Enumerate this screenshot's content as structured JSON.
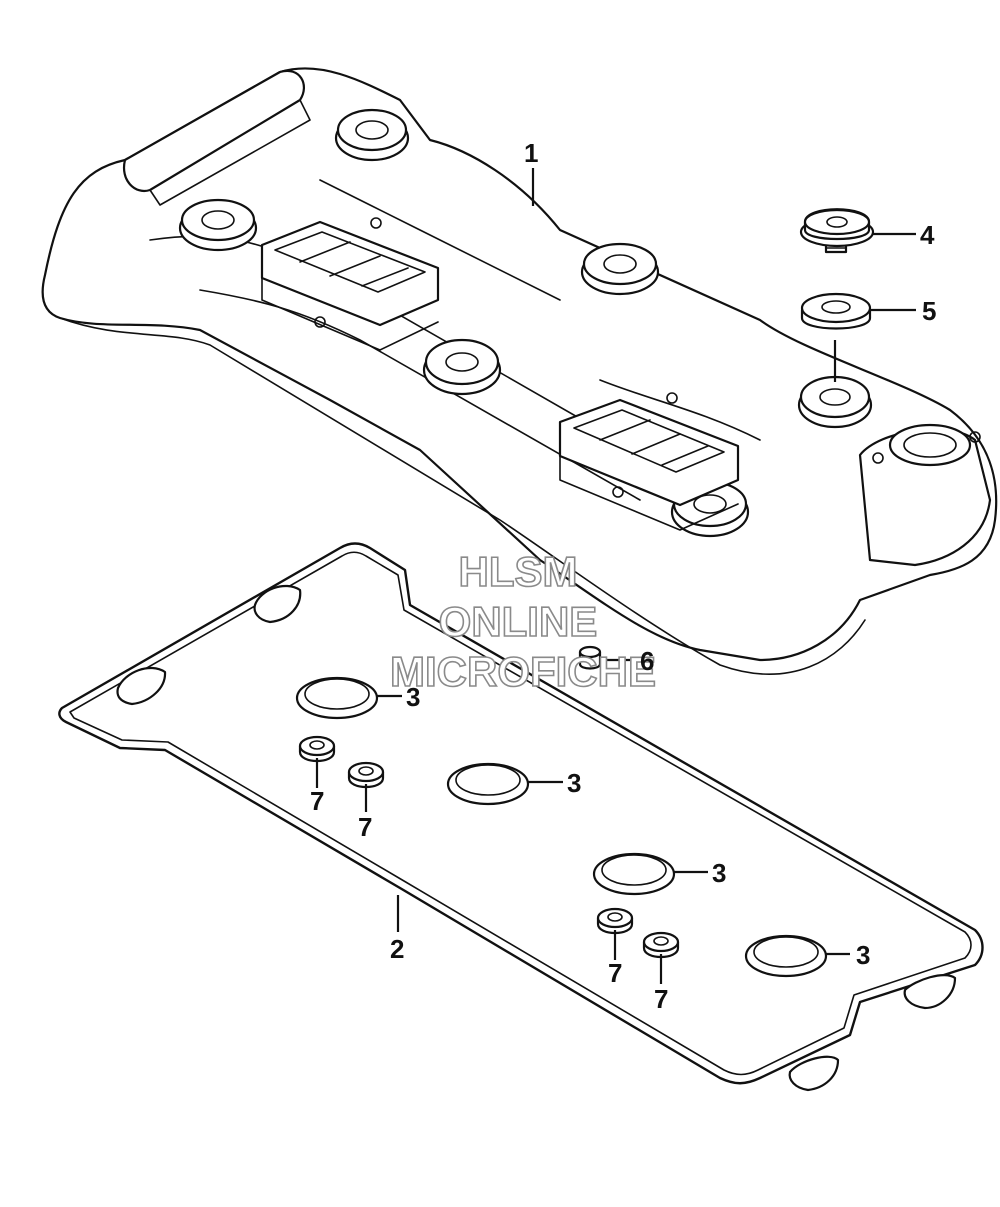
{
  "diagram": {
    "callouts": {
      "c1": "1",
      "c2": "2",
      "c3a": "3",
      "c3b": "3",
      "c3c": "3",
      "c3d": "3",
      "c4": "4",
      "c5": "5",
      "c6": "6",
      "c7a": "7",
      "c7b": "7",
      "c7c": "7",
      "c7d": "7"
    },
    "watermark": {
      "line1": "HLSM",
      "line2": "ONLINE",
      "line3": "MICROFICHE"
    }
  }
}
